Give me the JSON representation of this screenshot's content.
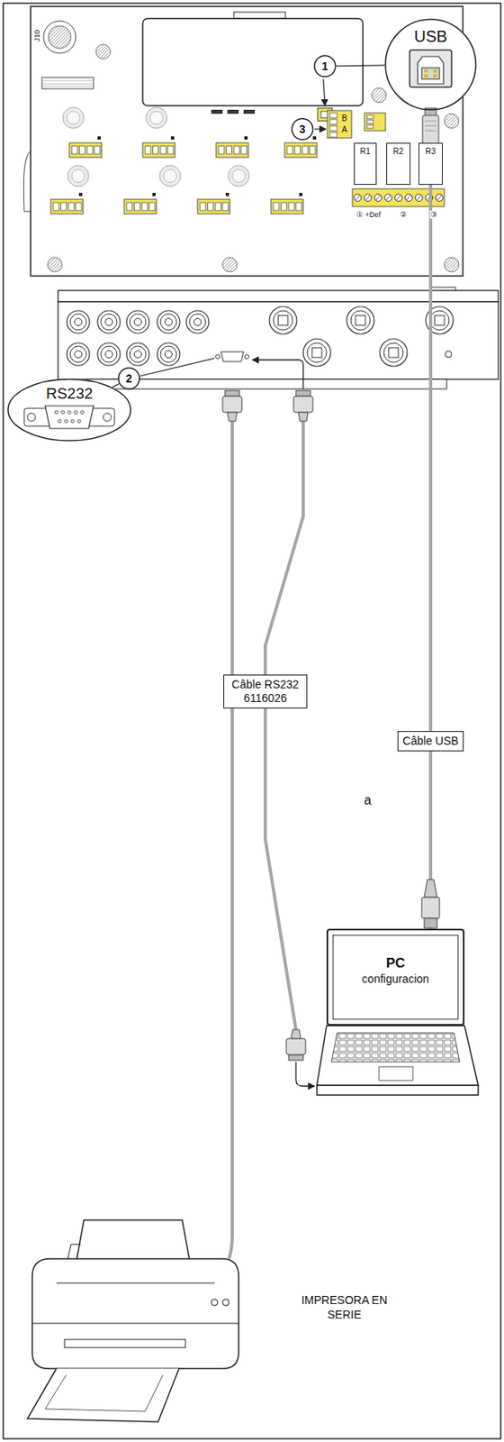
{
  "diagram": {
    "nodes": [
      {
        "text": [
          "1"
        ]
      },
      {
        "text": [
          "USB"
        ]
      },
      {
        "text": [
          "3"
        ]
      },
      {
        "text": [
          "B",
          "A"
        ]
      },
      {
        "text": [
          "R1"
        ]
      },
      {
        "text": [
          "R2"
        ]
      },
      {
        "text": [
          "R3"
        ]
      },
      {
        "text": [
          "2"
        ]
      },
      {
        "text": [
          "RS232"
        ]
      },
      {
        "text": [
          "Câble RS232 6116026"
        ]
      },
      {
        "text": [
          "Câble USB"
        ]
      },
      {
        "text": [
          "PC",
          "configuracion"
        ]
      },
      {
        "text": [
          "IMPRESORA EN SERIE"
        ]
      }
    ],
    "edges": [
      {
        "from": 0,
        "to": 1,
        "arrow": "none"
      },
      {
        "from": 7,
        "to": 8,
        "arrow": "none"
      },
      {
        "from": 1,
        "to": 10,
        "arrow": "none"
      },
      {
        "from": 10,
        "to": 11,
        "arrow": "none"
      }
    ],
    "labels": [
      "J10",
      "① +Def",
      "②",
      "③",
      "a"
    ]
  }
}
